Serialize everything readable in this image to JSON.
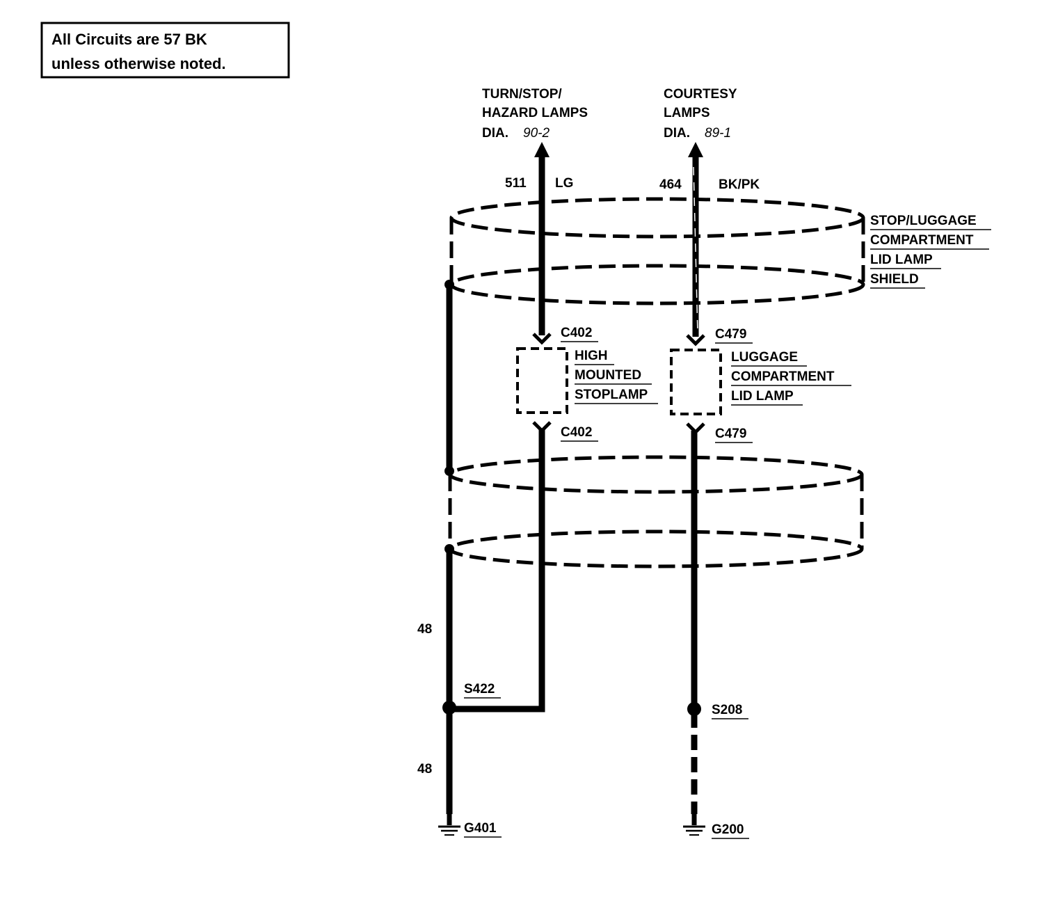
{
  "note": {
    "line1": "All Circuits are 57 BK",
    "line2": "unless otherwise noted."
  },
  "destinations": {
    "left": {
      "line1": "TURN/STOP/",
      "line2": "HAZARD LAMPS",
      "dia_prefix": "DIA.",
      "dia_ref": "90-2"
    },
    "right": {
      "line1": "COURTESY",
      "line2": "LAMPS",
      "dia_prefix": "DIA.",
      "dia_ref": "89-1"
    }
  },
  "wires": {
    "w511": {
      "number": "511",
      "color": "LG"
    },
    "w464": {
      "number": "464",
      "color": "BK/PK"
    },
    "w48_upper": "48",
    "w48_lower": "48"
  },
  "shield_label": [
    "STOP/LUGGAGE",
    "COMPARTMENT",
    "LID LAMP",
    "SHIELD"
  ],
  "components": {
    "stoplamp": {
      "connector_top": "C402",
      "connector_bottom": "C402",
      "label": [
        "HIGH",
        "MOUNTED",
        "STOPLAMP"
      ]
    },
    "lid_lamp": {
      "connector_top": "C479",
      "connector_bottom": "C479",
      "label": [
        "LUGGAGE",
        "COMPARTMENT",
        "LID LAMP"
      ]
    }
  },
  "splices": {
    "left": "S422",
    "right": "S208"
  },
  "grounds": {
    "left": "G401",
    "right": "G200"
  }
}
